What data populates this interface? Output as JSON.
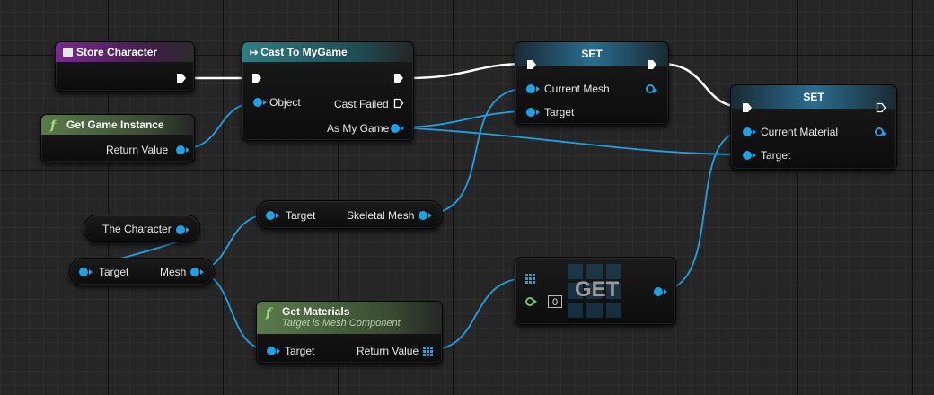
{
  "nodes": {
    "store_character": {
      "title": "Store Character"
    },
    "cast": {
      "title": "Cast To MyGame",
      "object": "Object",
      "cast_failed": "Cast Failed",
      "as_my_game": "As My Game"
    },
    "get_game_instance": {
      "title": "Get Game Instance",
      "return_value": "Return Value"
    },
    "set1": {
      "title": "SET",
      "current_mesh": "Current Mesh",
      "target": "Target"
    },
    "set2": {
      "title": "SET",
      "current_material": "Current Material",
      "target": "Target"
    },
    "the_character": {
      "label": "The Character"
    },
    "target_mesh": {
      "target": "Target",
      "mesh": "Mesh"
    },
    "skeletal_mesh": {
      "target": "Target",
      "skeletal_mesh": "Skeletal Mesh"
    },
    "get_materials": {
      "title": "Get Materials",
      "subtitle": "Target is Mesh Component",
      "target": "Target",
      "return_value": "Return Value"
    },
    "get": {
      "title": "GET",
      "index": "0"
    }
  },
  "function_icon": "f",
  "colors": {
    "object_pin": "#1aa3e8",
    "int_pin": "#6ec86e",
    "event_header": "#7a2a8f",
    "cast_header": "#2f7d85",
    "function_header": "#5a7a4a"
  },
  "icons": [
    "event-icon",
    "cast-icon",
    "function-icon",
    "exec-pin-icon",
    "array-pin-icon"
  ]
}
